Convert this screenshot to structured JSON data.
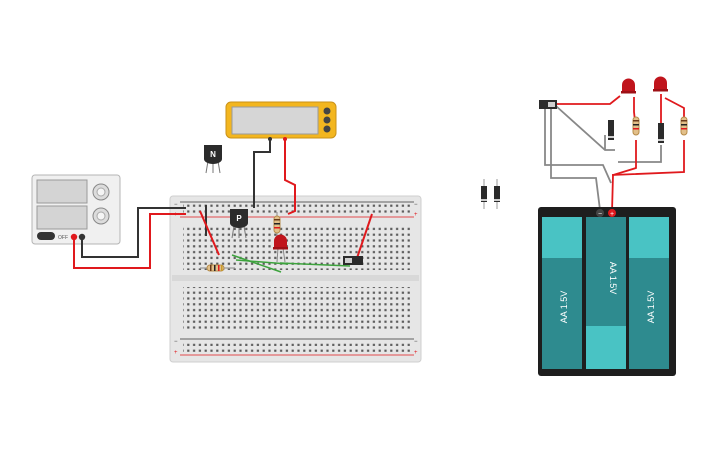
{
  "components": {
    "npn_transistor": {
      "label": "N"
    },
    "pnp_transistor": {
      "label": "P"
    },
    "battery_pack": {
      "cells": [
        {
          "label": "AA 1.5V"
        },
        {
          "label": "AA 1.5V"
        },
        {
          "label": "AA 1.5V"
        }
      ],
      "negative_terminal": "−",
      "positive_terminal": "+"
    },
    "power_supply": {
      "button_label": "OFF"
    }
  },
  "colors": {
    "wire_red": "#e0191d",
    "wire_black": "#333333",
    "wire_gray": "#888888",
    "wire_green": "#3da33d",
    "led_red": "#c0141c",
    "multimeter_body": "#f3b61f",
    "battery_cell": "#2e8b8f",
    "battery_cell_light": "#49c3c4",
    "battery_case": "#1e1e1e"
  }
}
